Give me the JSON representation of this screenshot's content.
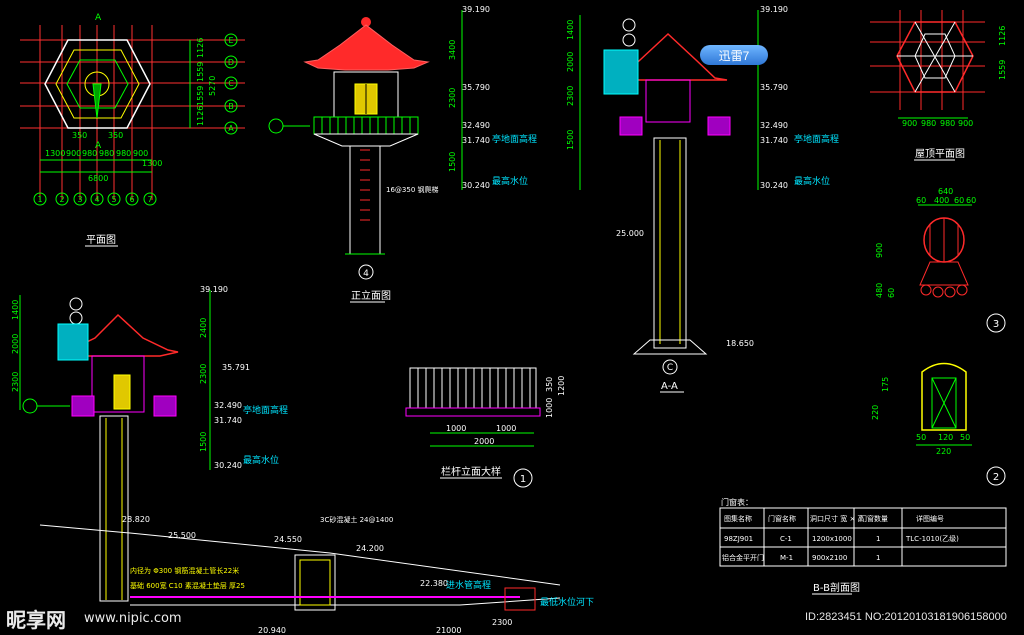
{
  "views": {
    "plan": {
      "title": "平面图",
      "axis_numbers": [
        "1",
        "2",
        "3",
        "4",
        "5",
        "6",
        "7"
      ],
      "axis_letters": [
        "E",
        "D",
        "C",
        "B",
        "A"
      ],
      "total_width": "6800",
      "spans": [
        "1300",
        "900",
        "980",
        "980",
        "980",
        "900",
        "1300"
      ],
      "vert_dims": [
        "1126",
        "1559",
        "5270",
        "1559",
        "1126"
      ],
      "section_marks": [
        "A",
        "A"
      ],
      "dim_350": "350"
    },
    "front": {
      "title": "正立面图",
      "axis": "4",
      "elevations": [
        "39.190",
        "35.790",
        "32.490",
        "31.740",
        "30.240"
      ],
      "height_dims": [
        "3400",
        "2300",
        "1500"
      ],
      "deck_label": "亭地面高程",
      "water_label": "最高水位",
      "ladder_note": "16@350 钢爬梯"
    },
    "section_aa": {
      "title": "A-A",
      "axis": "C",
      "elevations": [
        "39.190",
        "35.790",
        "32.490",
        "31.740",
        "30.240",
        "25.000",
        "18.650"
      ],
      "height_dims": [
        "1400",
        "2000",
        "2300",
        "1500"
      ],
      "deck_label": "亭地面高程",
      "water_label": "最高水位"
    },
    "roof_plan": {
      "title": "屋顶平面图",
      "dims": [
        "900",
        "980",
        "980",
        "900"
      ],
      "side_dims": [
        "1126",
        "1559"
      ]
    },
    "detail3": {
      "num": "3",
      "dims": [
        "640",
        "60",
        "400",
        "60",
        "60"
      ],
      "side_dims": [
        "900",
        "480",
        "60"
      ]
    },
    "detail2": {
      "num": "2",
      "dims": [
        "50",
        "120",
        "50"
      ],
      "total": "220",
      "side_dims": [
        "175",
        "220"
      ]
    },
    "section_bb": {
      "title": "B-B剖面图",
      "elevations": [
        "39.190",
        "35.791",
        "32.490",
        "31.740",
        "30.240",
        "28.820",
        "25.500",
        "24.550",
        "24.200",
        "22.380",
        "20.940"
      ],
      "height_dims": [
        "1400",
        "2000",
        "2300",
        "2400",
        "2300",
        "1500"
      ],
      "deck_label": "亭地面高程",
      "water_label": "最高水位",
      "pipe_label": "进水管高程",
      "low_water": "最低水位河下",
      "pipe_note": "内径为 Φ300 钢筋混凝土管长22米",
      "base_note": "基础 600宽 C10 素混凝土垫层 厚25",
      "top_note": "3C砂混凝土 24@1400",
      "dims_bottom": [
        "21000",
        "2300"
      ]
    },
    "railing": {
      "title": "栏杆立面大样",
      "num": "1",
      "dims": [
        "1000",
        "1000"
      ],
      "total": "2000",
      "side_dims": [
        "350",
        "1000",
        "1200"
      ]
    }
  },
  "door_table": {
    "title": "门窗表：",
    "headers": [
      "图集名称",
      "门窗名称",
      "洞口尺寸 宽 × 高",
      "门窗数量",
      "详图编号"
    ],
    "rows": [
      [
        "98ZJ901",
        "C-1",
        "1200x1000",
        "1",
        "TLC-1010(乙级)"
      ],
      [
        "铝合金平开门",
        "M-1",
        "900x2100",
        "1",
        ""
      ]
    ]
  },
  "badge_text": "迅雷7",
  "watermark": {
    "brand": "昵享网",
    "url": "www.nipic.com",
    "id_text": "ID:2823451 NO:20120103181906158000"
  },
  "colors": {
    "background": "#000000",
    "dim": "#00ff00",
    "line": "#ffffff",
    "roof": "#ff2a2a",
    "label": "#00e5ff",
    "accent": "#ff00ff",
    "level": "#ffff00"
  }
}
